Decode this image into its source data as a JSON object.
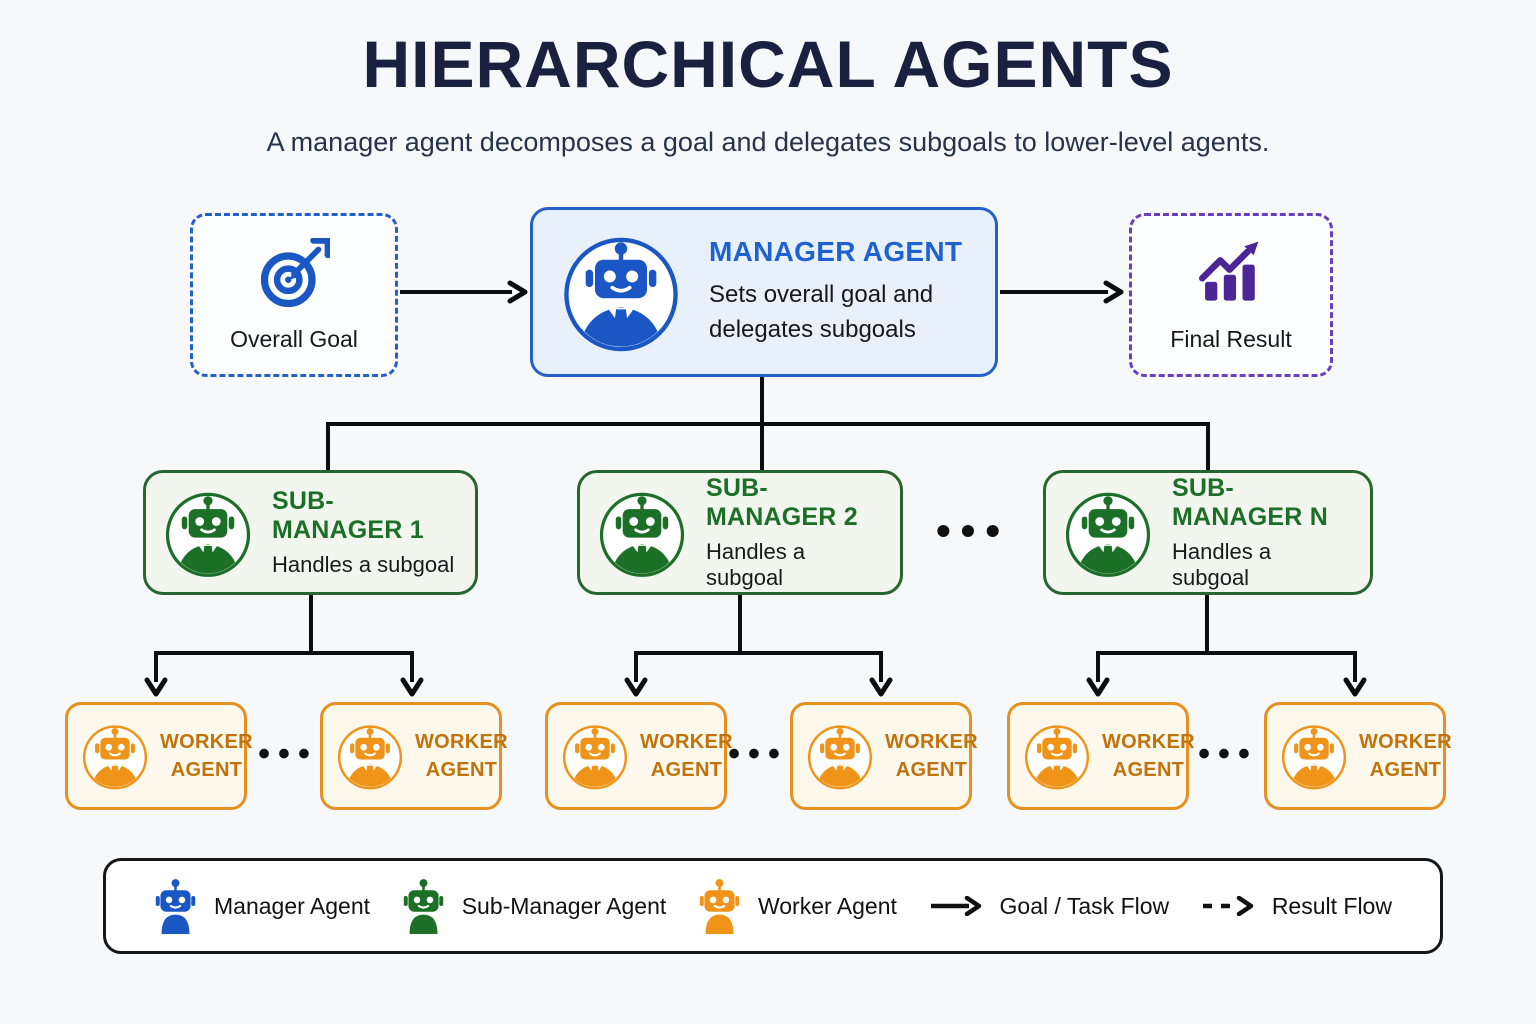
{
  "header": {
    "title": "HIERARCHICAL AGENTS",
    "subtitle": "A manager agent decomposes a goal and delegates subgoals to lower-level agents."
  },
  "goal": {
    "label": "Overall Goal",
    "icon": "target-icon"
  },
  "manager": {
    "title": "MANAGER AGENT",
    "description": "Sets overall goal and delegates subgoals",
    "icon": "manager-robot-icon"
  },
  "result": {
    "label": "Final Result",
    "icon": "chart-up-icon"
  },
  "sub_managers": [
    {
      "title": "SUB-MANAGER 1",
      "description": "Handles a subgoal",
      "icon": "sub-manager-robot-icon"
    },
    {
      "title": "SUB-MANAGER 2",
      "description": "Handles a subgoal",
      "icon": "sub-manager-robot-icon"
    },
    {
      "title": "SUB-MANAGER N",
      "description": "Handles a subgoal",
      "icon": "sub-manager-robot-icon"
    }
  ],
  "workers": [
    {
      "label": "WORKER AGENT",
      "icon": "worker-robot-icon"
    },
    {
      "label": "WORKER AGENT",
      "icon": "worker-robot-icon"
    },
    {
      "label": "WORKER AGENT",
      "icon": "worker-robot-icon"
    },
    {
      "label": "WORKER AGENT",
      "icon": "worker-robot-icon"
    },
    {
      "label": "WORKER AGENT",
      "icon": "worker-robot-icon"
    },
    {
      "label": "WORKER AGENT",
      "icon": "worker-robot-icon"
    }
  ],
  "ellipsis": "•••",
  "legend": {
    "items": [
      {
        "label": "Manager Agent",
        "icon": "robot-icon",
        "color": "#1a56c4"
      },
      {
        "label": "Sub-Manager Agent",
        "icon": "robot-icon",
        "color": "#1c6f26"
      },
      {
        "label": "Worker Agent",
        "icon": "robot-icon",
        "color": "#ef9418"
      },
      {
        "label": "Goal / Task Flow",
        "icon": "solid-arrow-icon",
        "color": "#111111"
      },
      {
        "label": "Result Flow",
        "icon": "dashed-arrow-icon",
        "color": "#111111"
      }
    ]
  },
  "colors": {
    "title_navy": "#1a2140",
    "blue": "#1a56c4",
    "blue_border": "#2460cb",
    "blue_bg": "#e8f0fb",
    "green": "#1c6f26",
    "green_border": "#27662e",
    "green_bg": "#f2f6ef",
    "orange": "#ef9418",
    "orange_border": "#e79020",
    "orange_text": "#c0730d",
    "orange_bg": "#fdf8ec",
    "purple": "#4a2697",
    "purple_border": "#6a3ec2",
    "line": "#0d0d0d"
  }
}
